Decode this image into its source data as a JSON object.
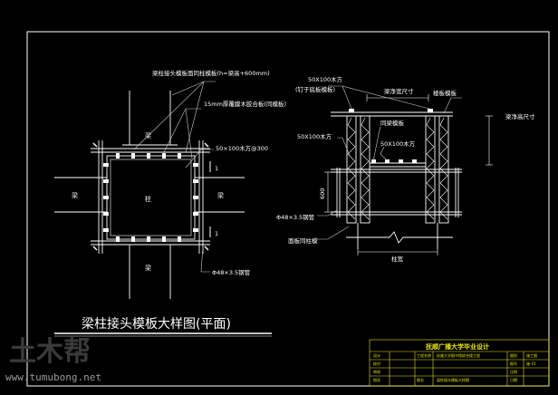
{
  "drawing": {
    "title": "梁柱接头模板大样图(平面)",
    "plan_labels": {
      "beam_top": "梁",
      "beam_left": "梁",
      "beam_right": "梁",
      "beam_bottom": "梁",
      "column": "柱",
      "section_mark_1": "1",
      "section_mark_2": "1"
    },
    "callouts": {
      "joint_form": "梁柱接头模板面同柱模板(h=梁高+600mm)",
      "plywood": "15mm厚覆膜木胶合板(同模板)",
      "wood_purlin": "50×100木方@300",
      "steel_pipe": "Φ48×3.5钢管"
    },
    "section_labels": {
      "wood_top_1": "50X100木方",
      "wood_top_2": "(钉于底板模板)",
      "beam_clear_width": "梁净宽尺寸",
      "floor_form": "楼板模板",
      "beam_clear_height": "梁净高尺寸",
      "wood_left": "50X100木方",
      "same_beam_form": "同梁模板",
      "wood_mid": "50X100木方",
      "dim_600": "600",
      "steel_pipe": "Φ48×3.5钢管",
      "side_form": "面板同柱模",
      "column_width": "柱宽"
    },
    "title_block": {
      "header": "抚顺广播大学毕业设计",
      "row1": [
        "设计",
        "",
        "工程名称",
        "抚顺大学图书馆综合楼工程",
        "图别",
        "施工图"
      ],
      "row2": [
        "校对",
        "",
        "",
        "",
        "图号",
        "施-15"
      ],
      "row3": [
        "审核",
        "",
        "",
        "",
        "比例",
        ""
      ],
      "row4": [
        "指导",
        "",
        "图名",
        "梁柱接头模板大样图",
        "日期",
        ""
      ]
    },
    "watermark": {
      "logo": "土木帮",
      "url": "www.tumubong.net"
    },
    "colors": {
      "background": "#000000",
      "line": "#ffffff",
      "leader": "#cccccc",
      "title_block": "#e6e600",
      "watermark": "#3a3a3a"
    }
  }
}
